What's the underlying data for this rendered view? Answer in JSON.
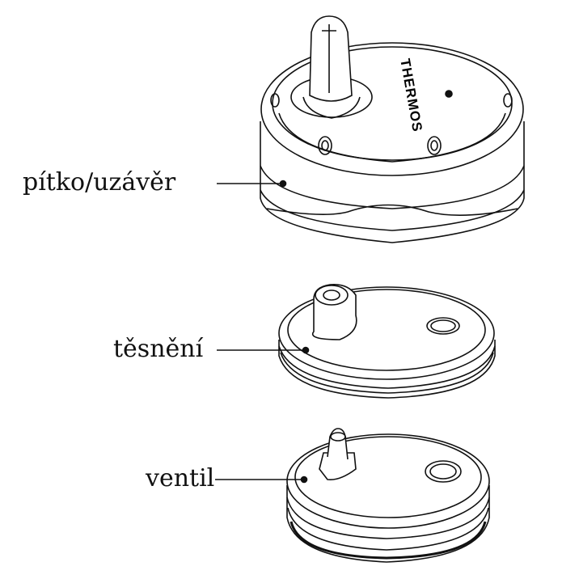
{
  "labels": {
    "lid": "pítko/uzávěr",
    "seal": "těsnění",
    "valve": "ventil"
  },
  "logo_text": "THERMOS",
  "colors": {
    "line": "#111111",
    "background": "#ffffff"
  }
}
